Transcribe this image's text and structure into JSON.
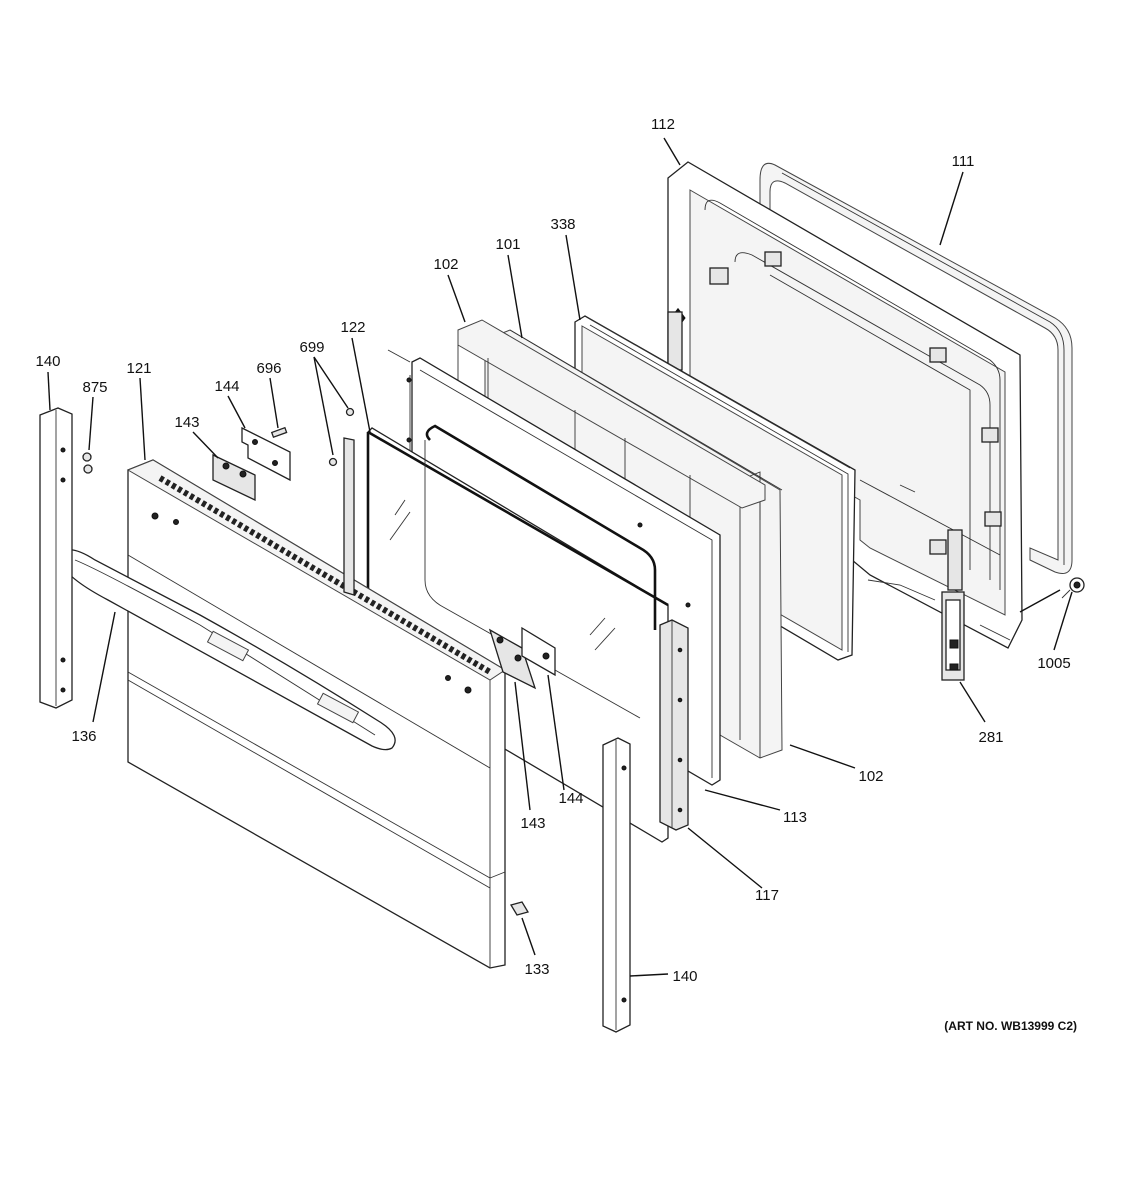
{
  "art_number": "(ART NO. WB13999 C2)",
  "callouts": [
    {
      "id": "c-112",
      "label": "112"
    },
    {
      "id": "c-111",
      "label": "111"
    },
    {
      "id": "c-338",
      "label": "338"
    },
    {
      "id": "c-101",
      "label": "101"
    },
    {
      "id": "c-102-top",
      "label": "102"
    },
    {
      "id": "c-122",
      "label": "122"
    },
    {
      "id": "c-699",
      "label": "699"
    },
    {
      "id": "c-696",
      "label": "696"
    },
    {
      "id": "c-144-top",
      "label": "144"
    },
    {
      "id": "c-143-top",
      "label": "143"
    },
    {
      "id": "c-121",
      "label": "121"
    },
    {
      "id": "c-875",
      "label": "875"
    },
    {
      "id": "c-140-left",
      "label": "140"
    },
    {
      "id": "c-136",
      "label": "136"
    },
    {
      "id": "c-1005",
      "label": "1005"
    },
    {
      "id": "c-281",
      "label": "281"
    },
    {
      "id": "c-102-bottom",
      "label": "102"
    },
    {
      "id": "c-113",
      "label": "113"
    },
    {
      "id": "c-144-bottom",
      "label": "144"
    },
    {
      "id": "c-143-bottom",
      "label": "143"
    },
    {
      "id": "c-117",
      "label": "117"
    },
    {
      "id": "c-133",
      "label": "133"
    },
    {
      "id": "c-140-bottom",
      "label": "140"
    }
  ]
}
